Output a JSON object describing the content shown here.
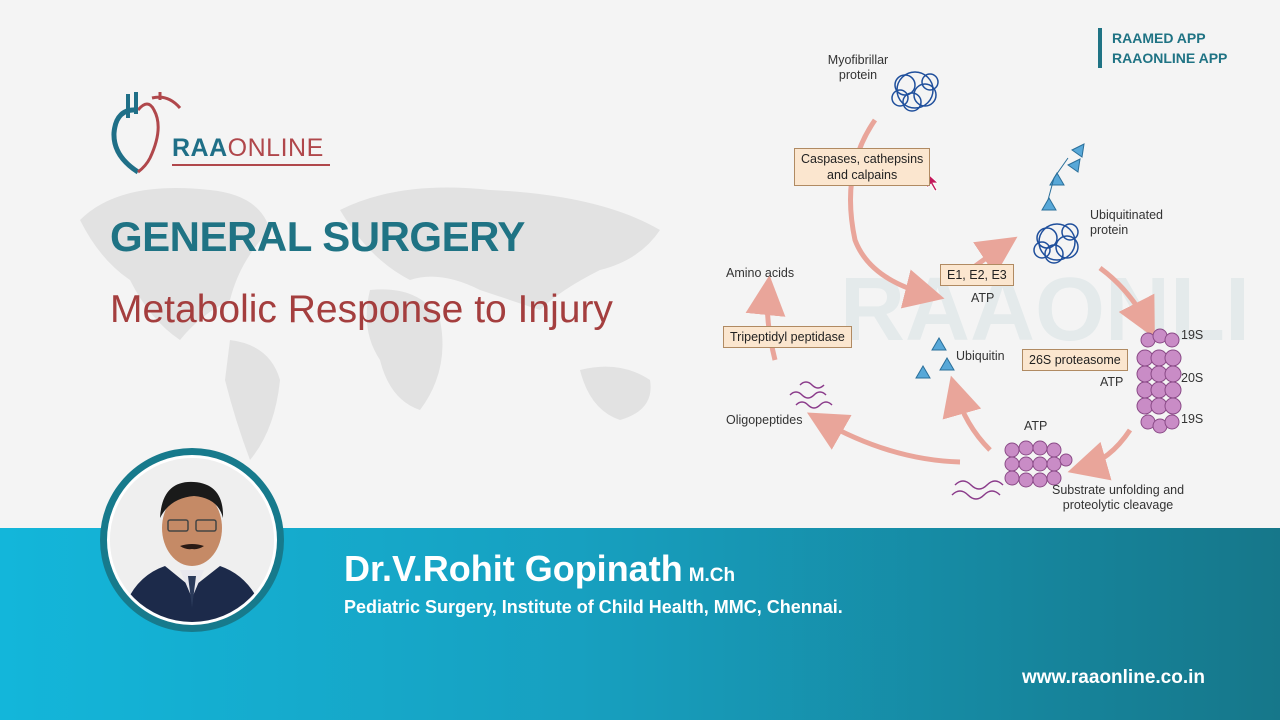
{
  "brand": {
    "logo_part1": "RAA",
    "logo_part2": "ONLINE",
    "app1": "RAAMED APP",
    "app2": "RAAONLINE APP",
    "website": "www.raaonline.co.in",
    "watermark": "RAAONLI"
  },
  "title": {
    "main": "GENERAL SURGERY",
    "sub": "Metabolic Response to Injury"
  },
  "presenter": {
    "name": "Dr.V.Rohit Gopinath",
    "degree": "M.Ch",
    "affiliation": "Pediatric Surgery, Institute of Child Health, MMC, Chennai."
  },
  "diagram": {
    "myofibrillar_1": "Myofibrillar",
    "myofibrillar_2": "protein",
    "caspases_1": "Caspases, cathepsins",
    "caspases_2": "and calpains",
    "ubiquitinated_1": "Ubiquitinated",
    "ubiquitinated_2": "protein",
    "enzymes": "E1, E2, E3",
    "atp_1": "ATP",
    "amino_acids": "Amino acids",
    "tripeptidyl": "Tripeptidyl peptidase",
    "ubiquitin": "Ubiquitin",
    "proteasome": "26S proteasome",
    "atp_2": "ATP",
    "s19_top": "19S",
    "s20": "20S",
    "s19_bottom": "19S",
    "oligopeptides": "Oligopeptides",
    "atp_3": "ATP",
    "substrate_1": "Substrate unfolding and",
    "substrate_2": "proteolytic cleavage"
  },
  "colors": {
    "teal": "#1f7384",
    "maroon": "#a43e3e",
    "band_start": "#13b6da",
    "band_end": "#16778a",
    "arrow": "#e9a59a",
    "proteasome": "#c98cc6",
    "ubiquitin": "#58a8d8"
  },
  "icons": [
    "heart-logo-icon",
    "world-map-icon",
    "mouse-cursor-icon"
  ]
}
